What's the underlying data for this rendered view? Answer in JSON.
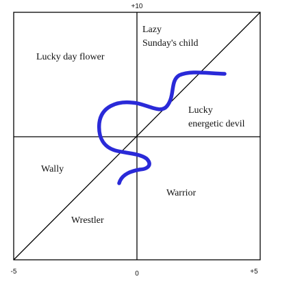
{
  "axis_labels": {
    "top": "+10",
    "bottom_left": "-5",
    "bottom_center": "0",
    "bottom_right": "+5"
  },
  "quadrant_labels": {
    "top_left": "Lucky day flower",
    "top_right_line1": "Lazy",
    "top_right_line2": "Sunday's child",
    "right_line1": "Lucky",
    "right_line2": "energetic devil",
    "left_middle": "Wally",
    "bottom_right": "Warrior",
    "bottom_left": "Wrestler"
  },
  "colors": {
    "lines": "#000000",
    "curve": "#2a2ad8",
    "text": "#111111"
  }
}
